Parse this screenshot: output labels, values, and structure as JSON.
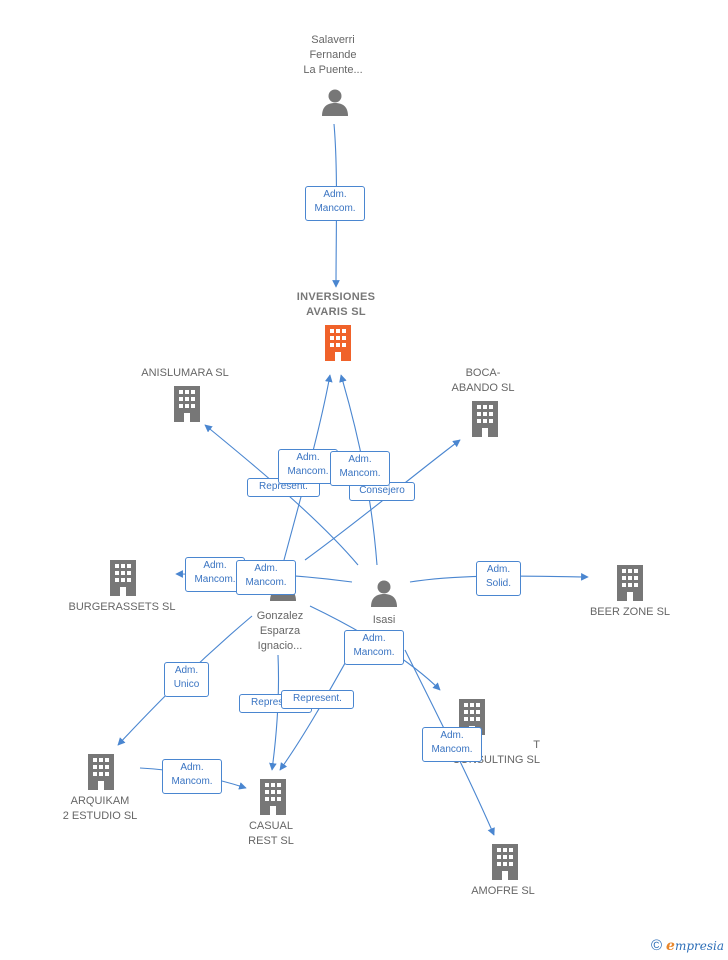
{
  "colors": {
    "edge": "#4a86d0",
    "company": "#777777",
    "focus": "#f0622a",
    "person": "#777777"
  },
  "nodes": {
    "salaverri": {
      "label": "Salaverri\nFernande\nLa Puente...",
      "icon": "person-icon"
    },
    "inversiones": {
      "label": "INVERSIONES\nAVARIS  SL",
      "icon": "building-icon"
    },
    "anislumara": {
      "label": "ANISLUMARA SL",
      "icon": "building-icon"
    },
    "bocabando": {
      "label": "BOCA-\nABANDO SL",
      "icon": "building-icon"
    },
    "burgerassets": {
      "label": "BURGERASSETS SL",
      "icon": "building-icon"
    },
    "beerzone": {
      "label": "BEER ZONE SL",
      "icon": "building-icon"
    },
    "gonzalez": {
      "label": "Gonzalez\nEsparza\nIgnacio...",
      "icon": "person-icon"
    },
    "isasi": {
      "label": "Isasi",
      "icon": "person-icon"
    },
    "consulting": {
      "label": "T\nCONSULTING SL",
      "icon": "building-icon"
    },
    "arquikam": {
      "label": "ARQUIKAM\n2 ESTUDIO SL",
      "icon": "building-icon"
    },
    "casual": {
      "label": "CASUAL\nREST  SL",
      "icon": "building-icon"
    },
    "amofre": {
      "label": "AMOFRE SL",
      "icon": "building-icon"
    }
  },
  "edges": {
    "e1": "Adm.\nMancom.",
    "e2": "Adm.\nMancom.",
    "e3": "Adm.\nMancom.",
    "e4": "Represent.",
    "e5": "Consejero",
    "e6": "Adm.\nMancom.",
    "e7": "Adm.\nMancom.",
    "e8": "Adm.\nSolid.",
    "e9": "Adm.\nUnico",
    "e10": "Adm.\nMancom.",
    "e11": "Represent.",
    "e12": "Represent.",
    "e13": "Adm.\nMancom.",
    "e14": "Adm.\nMancom."
  },
  "footer": {
    "copyright": "©",
    "brand_first": "e",
    "brand_rest": "mpresia"
  }
}
